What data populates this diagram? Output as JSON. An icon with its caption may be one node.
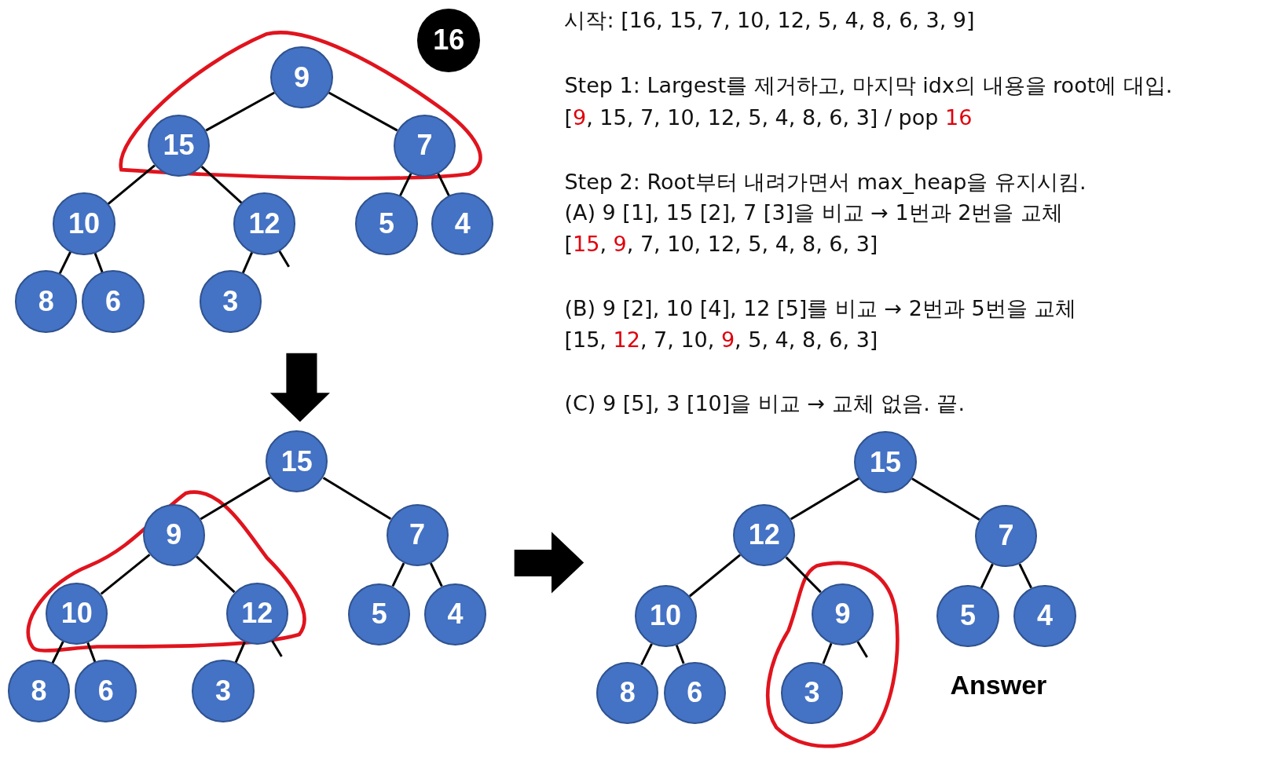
{
  "diagram": {
    "nodes": [
      {
        "text": [
          "16"
        ]
      },
      {
        "text": [
          "9"
        ]
      },
      {
        "text": [
          "15"
        ]
      },
      {
        "text": [
          "7"
        ]
      },
      {
        "text": [
          "10"
        ]
      },
      {
        "text": [
          "12"
        ]
      },
      {
        "text": [
          "5"
        ]
      },
      {
        "text": [
          "4"
        ]
      },
      {
        "text": [
          "8"
        ]
      },
      {
        "text": [
          "6"
        ]
      },
      {
        "text": [
          "3"
        ]
      },
      {
        "text": [
          "15"
        ]
      },
      {
        "text": [
          "9"
        ]
      },
      {
        "text": [
          "7"
        ]
      },
      {
        "text": [
          "10"
        ]
      },
      {
        "text": [
          "12"
        ]
      },
      {
        "text": [
          "5"
        ]
      },
      {
        "text": [
          "4"
        ]
      },
      {
        "text": [
          "8"
        ]
      },
      {
        "text": [
          "6"
        ]
      },
      {
        "text": [
          "3"
        ]
      },
      {
        "text": [
          "15"
        ]
      },
      {
        "text": [
          "12"
        ]
      },
      {
        "text": [
          "7"
        ]
      },
      {
        "text": [
          "10"
        ]
      },
      {
        "text": [
          "9"
        ]
      },
      {
        "text": [
          "5"
        ]
      },
      {
        "text": [
          "4"
        ]
      },
      {
        "text": [
          "8"
        ]
      },
      {
        "text": [
          "6"
        ]
      },
      {
        "text": [
          "3"
        ]
      }
    ],
    "edges": [
      {
        "from": 1,
        "to": 2,
        "arrow": "none"
      },
      {
        "from": 1,
        "to": 3,
        "arrow": "none"
      },
      {
        "from": 2,
        "to": 4,
        "arrow": "none"
      },
      {
        "from": 2,
        "to": 5,
        "arrow": "none"
      },
      {
        "from": 3,
        "to": 6,
        "arrow": "none"
      },
      {
        "from": 3,
        "to": 7,
        "arrow": "none"
      },
      {
        "from": 4,
        "to": 8,
        "arrow": "none"
      },
      {
        "from": 4,
        "to": 9,
        "arrow": "none"
      },
      {
        "from": 5,
        "to": 10,
        "arrow": "none"
      },
      {
        "from": 5,
        "to": null,
        "arrow": "none"
      },
      {
        "from": 11,
        "to": 12,
        "arrow": "none"
      },
      {
        "from": 11,
        "to": 13,
        "arrow": "none"
      },
      {
        "from": 12,
        "to": 14,
        "arrow": "none"
      },
      {
        "from": 12,
        "to": 15,
        "arrow": "none"
      },
      {
        "from": 13,
        "to": 16,
        "arrow": "none"
      },
      {
        "from": 13,
        "to": 17,
        "arrow": "none"
      },
      {
        "from": 14,
        "to": 18,
        "arrow": "none"
      },
      {
        "from": 14,
        "to": 19,
        "arrow": "none"
      },
      {
        "from": 15,
        "to": 20,
        "arrow": "none"
      },
      {
        "from": 15,
        "to": null,
        "arrow": "none"
      },
      {
        "from": 21,
        "to": 22,
        "arrow": "none"
      },
      {
        "from": 21,
        "to": 23,
        "arrow": "none"
      },
      {
        "from": 22,
        "to": 24,
        "arrow": "none"
      },
      {
        "from": 22,
        "to": 25,
        "arrow": "none"
      },
      {
        "from": 23,
        "to": 26,
        "arrow": "none"
      },
      {
        "from": 23,
        "to": 27,
        "arrow": "none"
      },
      {
        "from": 24,
        "to": 28,
        "arrow": "none"
      },
      {
        "from": 24,
        "to": 29,
        "arrow": "none"
      },
      {
        "from": 25,
        "to": 30,
        "arrow": "none"
      },
      {
        "from": 25,
        "to": null,
        "arrow": "none"
      }
    ],
    "labels": [
      "시작: [16, 15, 7, 10, 12, 5, 4, 8, 6, 3, 9]",
      "Step 1: Largest를 제거하고, 마지막 idx의 내용을 root에 대입.",
      "[*9*, 15, 7, 10, 12, 5, 4, 8, 6, 3] / pop *16*",
      "Step 2: Root부터 내려가면서 max_heap을 유지시킴.",
      "(A) 9 [1], 15 [2], 7 [3]을 비교 → 1번과 2번을 교체",
      "[*15*, *9*, 7, 10, 12, 5, 4, 8, 6, 3]",
      "(B) 9 [2], 10 [4], 12 [5]를 비교 → 2번과 5번을 교체",
      "[15, *12*, 7, 10, *9*, 5, 4, 8, 6, 3]",
      "(C) 9 [5], 3 [10]을 비교 → 교체 없음. 끝.",
      "Answer"
    ]
  }
}
